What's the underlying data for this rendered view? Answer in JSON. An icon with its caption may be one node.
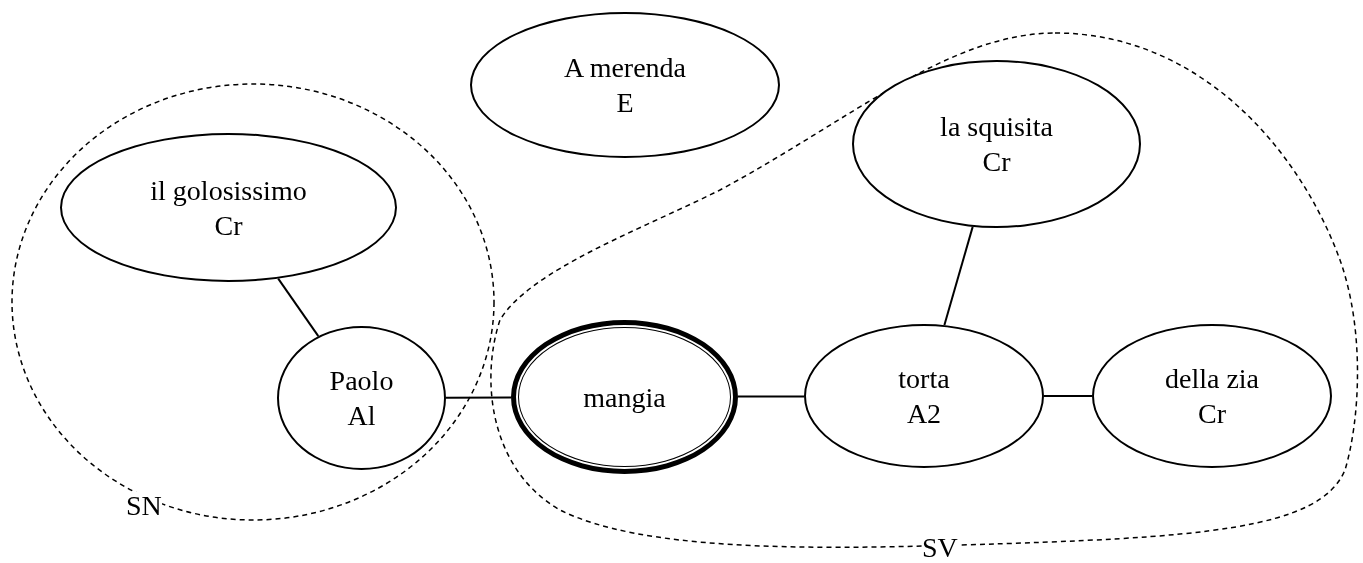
{
  "diagram": {
    "nodes": [
      {
        "text": [
          "A merenda",
          "E"
        ]
      },
      {
        "text": [
          "SN"
        ]
      },
      {
        "text": [
          "il golosissimo",
          "Cr"
        ],
        "in": 1
      },
      {
        "text": [
          "Paolo",
          "Al"
        ],
        "in": 1
      },
      {
        "text": [
          "SV"
        ]
      },
      {
        "text": [
          "la squisita",
          "Cr"
        ],
        "in": 4
      },
      {
        "text": [
          "mangia"
        ],
        "in": 4
      },
      {
        "text": [
          "torta",
          "A2"
        ],
        "in": 4
      },
      {
        "text": [
          "della zia",
          "Cr"
        ],
        "in": 4
      }
    ],
    "edges": [
      {
        "from": 2,
        "to": 3,
        "arrow": "none"
      },
      {
        "from": 3,
        "to": 6,
        "arrow": "none"
      },
      {
        "from": 6,
        "to": 7,
        "arrow": "none"
      },
      {
        "from": 5,
        "to": 7,
        "arrow": "none"
      },
      {
        "from": 7,
        "to": 8,
        "arrow": "none"
      }
    ]
  }
}
